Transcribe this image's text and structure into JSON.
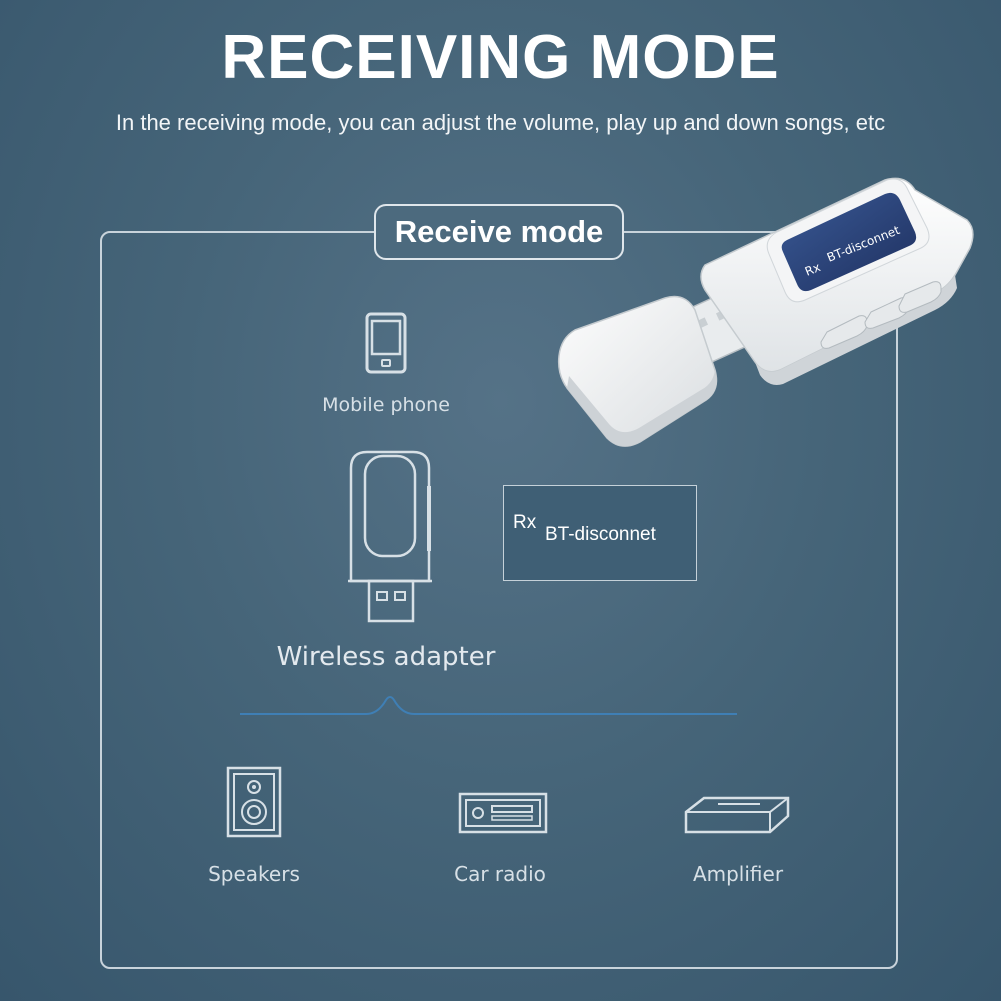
{
  "header": {
    "title": "RECEIVING MODE",
    "subtitle": "In the receiving mode, you can adjust the volume, play up and down songs, etc"
  },
  "mode_label": "Receive mode",
  "source": {
    "label": "Mobile phone",
    "icon": "mobile-phone-icon"
  },
  "adapter": {
    "label": "Wireless adapter",
    "icon": "usb-adapter-icon",
    "display": {
      "rx": "Rx",
      "status": "BT-disconnet"
    }
  },
  "outputs": [
    {
      "label": "Speakers",
      "icon": "speaker-icon"
    },
    {
      "label": "Car radio",
      "icon": "car-radio-icon"
    },
    {
      "label": "Amplifier",
      "icon": "amplifier-icon"
    }
  ],
  "product": {
    "screen_rx": "Rx",
    "screen_status": "BT-disconnet"
  },
  "colors": {
    "background": "#466579",
    "line": "#c8d3db",
    "divider": "#3f7fb5"
  }
}
